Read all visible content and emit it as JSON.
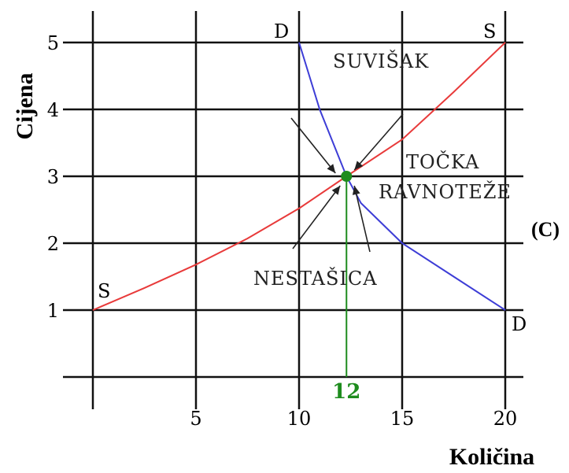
{
  "chart_data": {
    "type": "line",
    "xlabel": "Količina",
    "ylabel": "Cijena",
    "xlim": [
      0,
      20
    ],
    "ylim": [
      0,
      5
    ],
    "x_ticks": [
      "5",
      "10",
      "15",
      "20"
    ],
    "y_ticks": [
      "1",
      "2",
      "3",
      "4",
      "5"
    ],
    "grid": true,
    "series": [
      {
        "name": "S",
        "color": "#e83a3a",
        "x": [
          0,
          2.5,
          5,
          7.5,
          10,
          12.3,
          15,
          17.5,
          20
        ],
        "y": [
          1,
          1.33,
          1.68,
          2.07,
          2.52,
          3.0,
          3.55,
          4.26,
          5
        ]
      },
      {
        "name": "D",
        "color": "#3d3dd6",
        "x": [
          10,
          11,
          12.3,
          13,
          15,
          17.5,
          20
        ],
        "y": [
          5,
          4,
          3.0,
          2.6,
          2.0,
          1.5,
          1
        ]
      }
    ],
    "curve_end_labels": {
      "supply_start": "S",
      "supply_end": "S",
      "demand_start": "D",
      "demand_end": "D"
    },
    "equilibrium": {
      "x": 12.3,
      "y": 3.0,
      "x_label": "12",
      "color": "#1e8c1e"
    },
    "annotations": {
      "surplus": "SUVIŠAK",
      "point_line1": "TOČKA",
      "point_line2": "RAVNOTEŽE",
      "shortage": "NESTAŠICA"
    },
    "panel_label": "(C)"
  }
}
